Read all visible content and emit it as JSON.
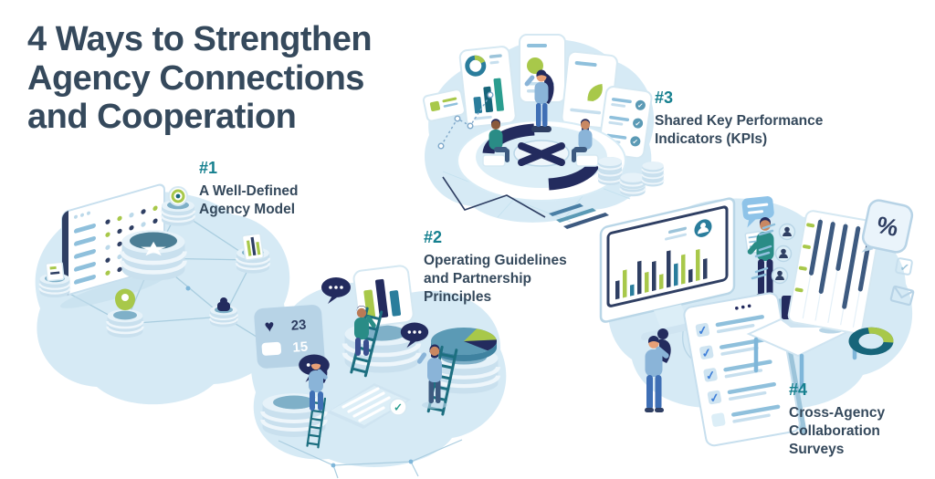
{
  "title": {
    "lines": [
      "4 Ways to Strengthen",
      "Agency Connections",
      "and Cooperation"
    ]
  },
  "items": [
    {
      "number": "#1",
      "caption": "A Well-Defined\nAgency Model",
      "illustration": "network-of-connected-agency-nodes"
    },
    {
      "number": "#2",
      "caption": "Operating Guidelines\nand Partnership\nPrinciples",
      "illustration": "people-climbing-ladders-to-chart-platforms"
    },
    {
      "number": "#3",
      "caption": "Shared Key Performance\nIndicators (KPIs)",
      "illustration": "team-around-kpi-roundtable-dashboards"
    },
    {
      "number": "#4",
      "caption": "Cross-Agency\nCollaboration\nSurveys",
      "illustration": "survey-checklist-workspace"
    }
  ],
  "figures": {
    "likes_count": "23",
    "comments_count": "15",
    "percent_symbol": "%"
  },
  "icons": {
    "star": "★",
    "heart": "♥",
    "check": "✓"
  },
  "palette": {
    "heading_navy": "#35495c",
    "accent_teal": "#16808f",
    "accent_green": "#a8c84a",
    "dark_indigo": "#232b5e",
    "steel_blue": "#5b9ab5",
    "mid_blue": "#7fb6d9",
    "light_panel_blue": "#cfe4f1",
    "blob_blue": "#d6eaf5",
    "white": "#ffffff"
  }
}
